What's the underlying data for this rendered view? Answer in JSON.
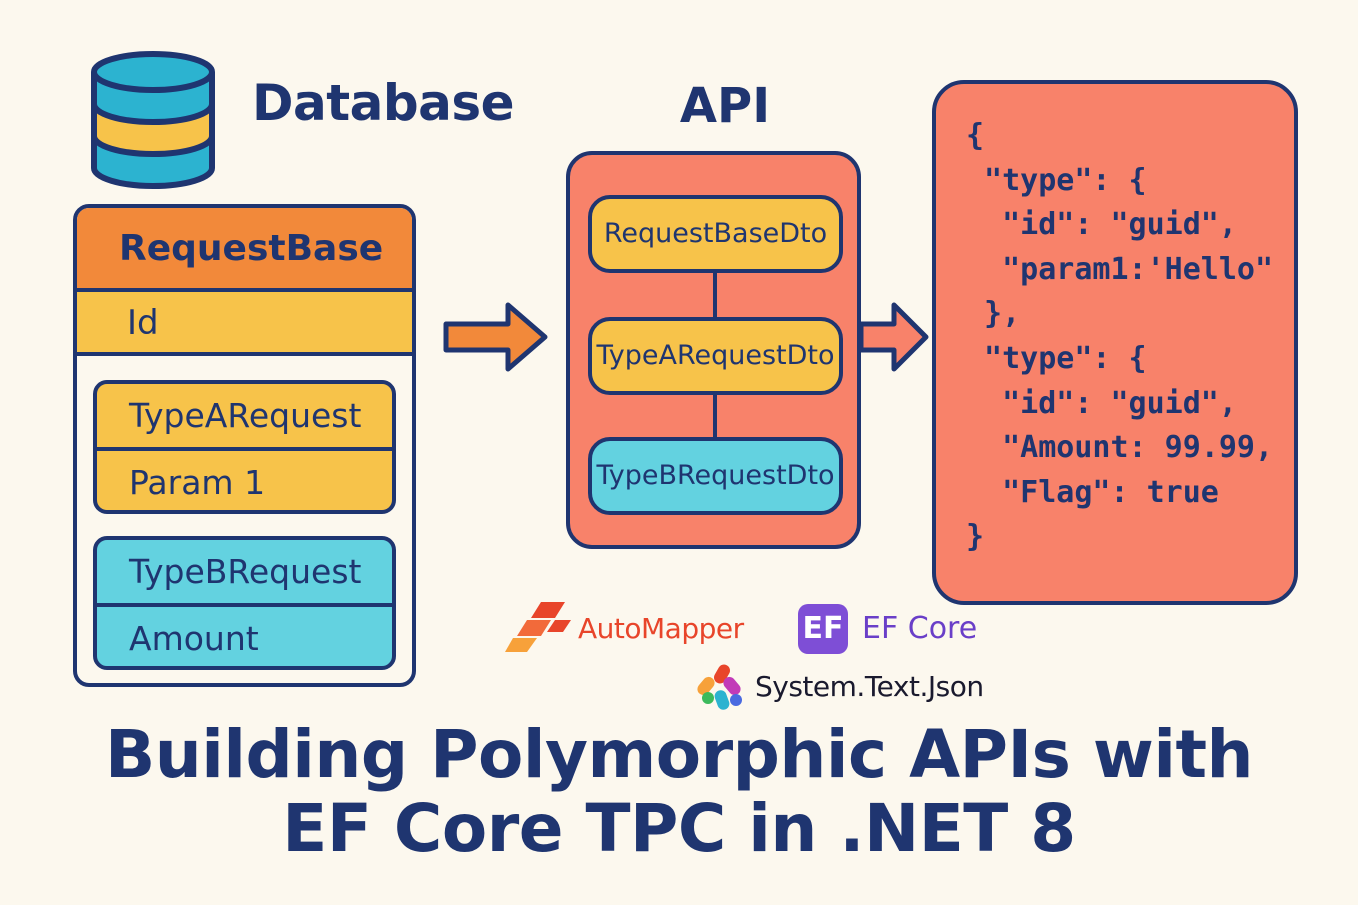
{
  "database": {
    "label": "Database",
    "entity": {
      "header": "RequestBase",
      "id_field": "Id",
      "type_a": {
        "name": "TypeARequest",
        "field": "Param 1"
      },
      "type_b": {
        "name": "TypeBRequest",
        "field": "Amount"
      }
    }
  },
  "api": {
    "label": "API",
    "dtos": [
      "RequestBaseDto",
      "TypeARequestDto",
      "TypeBRequestDto"
    ]
  },
  "json_lines": [
    "{",
    " \"type\": {",
    "  \"id\": \"guid\",",
    "  \"param1:'Hello\"",
    " },",
    " \"type\": {",
    "  \"id\": \"guid\",",
    "  \"Amount: 99.99,",
    "  \"Flag\": true",
    "}"
  ],
  "logos": {
    "automapper": "AutoMapper",
    "efcore_mark": "EF",
    "efcore": "EF Core",
    "system_text_json": "System.Text.Json"
  },
  "title": {
    "line1": "Building Polymorphic APIs with",
    "line2": "EF Core TPC in .NET 8"
  },
  "colors": {
    "navy": "#1f3570",
    "orange": "#f2893a",
    "yellow": "#f7c34a",
    "cyan": "#63d2e0",
    "coral": "#f8826a",
    "background": "#fcf8ee"
  }
}
